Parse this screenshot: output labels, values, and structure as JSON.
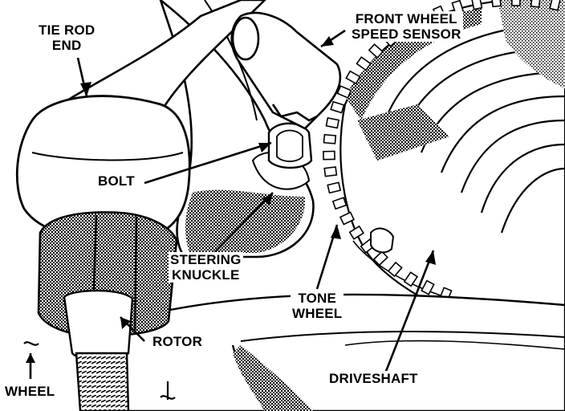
{
  "labels": {
    "tie_rod_end": [
      "TIE ROD",
      "END"
    ],
    "front_wheel_speed_sensor": [
      "FRONT WHEEL",
      "SPEED SENSOR"
    ],
    "bolt": "BOLT",
    "steering_knuckle": [
      "STEERING",
      "KNUCKLE"
    ],
    "tone_wheel": [
      "TONE",
      "WHEEL"
    ],
    "rotor": "ROTOR",
    "wheel": "WHEEL",
    "driveshaft": "DRIVESHAFT"
  },
  "colors": {
    "ink": "#000000",
    "paper": "#ffffff",
    "shade": "#8c8c8c"
  }
}
